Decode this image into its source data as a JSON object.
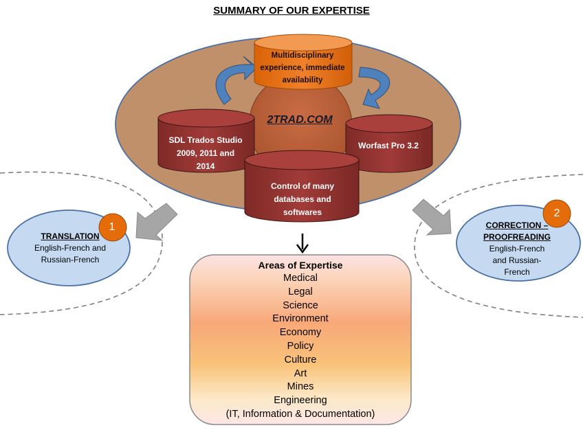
{
  "title": "SUMMARY OF OUR EXPERTISE",
  "center": {
    "top_cylinder": [
      "Multidisciplinary",
      "experience, immediate",
      "availability"
    ],
    "brand": "2TRAD.COM",
    "left_cylinder": [
      "SDL Trados Studio",
      "2009, 2011 and",
      "2014"
    ],
    "right_cylinder": "Worfast Pro 3.2",
    "bottom_cylinder": [
      "Control of many",
      "databases and",
      "softwares"
    ]
  },
  "translation": {
    "badge": "1",
    "heading": "TRANSLATION",
    "lines": [
      "English-French and",
      "Russian-French"
    ]
  },
  "correction": {
    "badge": "2",
    "heading_line1": "CORRECTION –",
    "heading_line2": "PROOFREADING",
    "lines": [
      "English-French",
      "and Russian-",
      "French"
    ]
  },
  "areas": {
    "heading": "Areas of Expertise",
    "items": [
      "Medical",
      "Legal",
      "Science",
      "Environment",
      "Economy",
      "Policy",
      "Culture",
      "Art",
      "Mines",
      "Engineering",
      "(IT, Information & Documentation)"
    ]
  },
  "colors": {
    "big_ellipse": "#c0906a",
    "brand_circle": "#b9603a",
    "top_cylinder": "#e8700f",
    "dark_cylinders": "#943634",
    "side_ellipses": "#c5d9f1",
    "badges": "#e46c0a",
    "curved_arrows": "#4f81bd",
    "grey_arrows": "#a6a6a6"
  }
}
